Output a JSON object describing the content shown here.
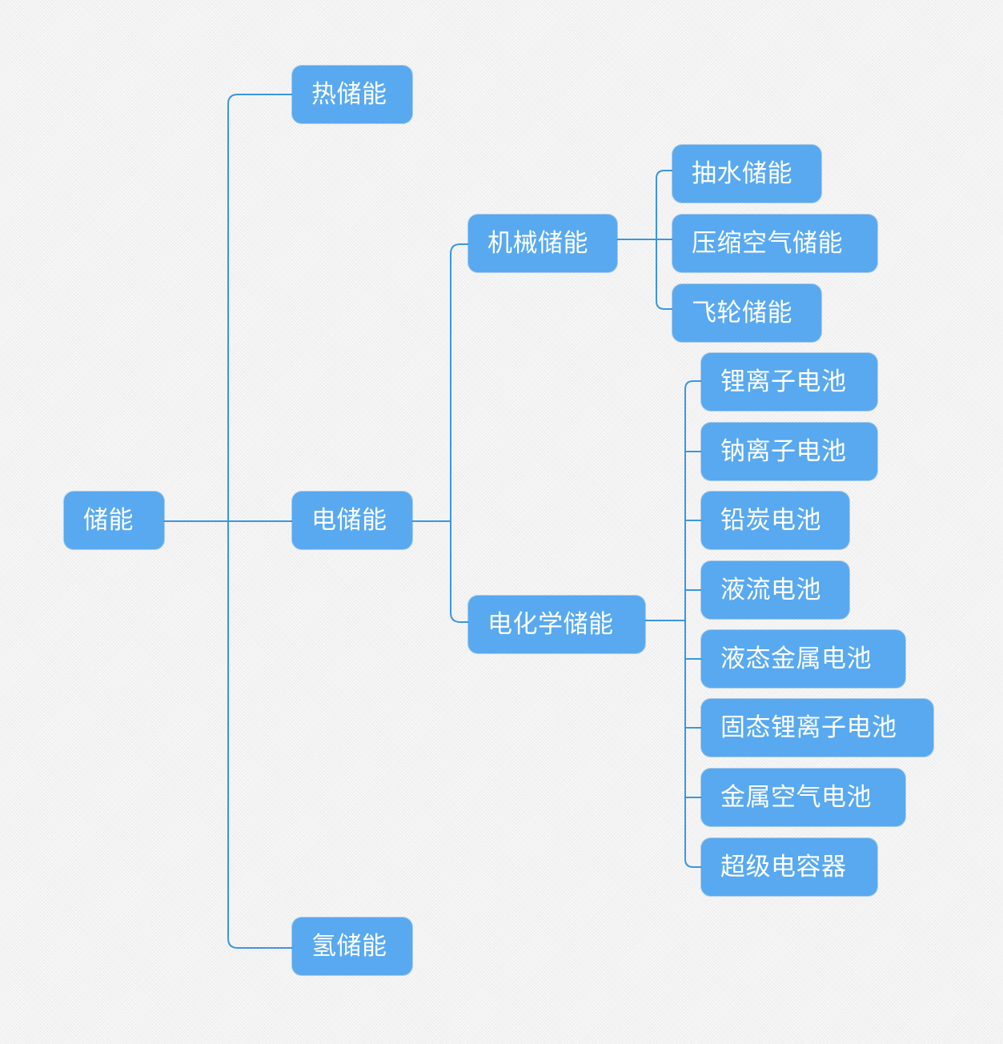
{
  "diagram": {
    "root": "储能",
    "level1": {
      "thermal": "热储能",
      "electric": "电储能",
      "hydrogen": "氢储能"
    },
    "level2": {
      "mechanical": "机械储能",
      "electrochemical": "电化学储能"
    },
    "mechanical_children": [
      "抽水储能",
      "压缩空气储能",
      "飞轮储能"
    ],
    "electrochemical_children": [
      "锂离子电池",
      "钠离子电池",
      "铅炭电池",
      "液流电池",
      "液态金属电池",
      "固态锂离子电池",
      "金属空气电池",
      "超级电容器"
    ]
  },
  "colors": {
    "node_fill": "#58a9f0",
    "connector": "#3a96e3",
    "node_text": "#ffffff",
    "background": "#f3f3f3"
  }
}
